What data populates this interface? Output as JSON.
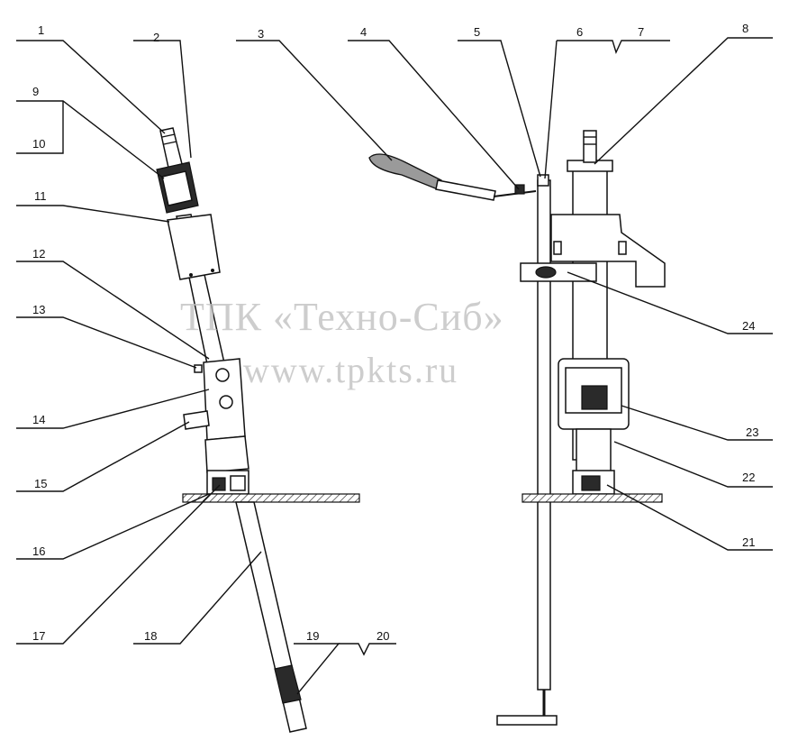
{
  "callouts": [
    "1",
    "2",
    "3",
    "4",
    "5",
    "6",
    "7",
    "8",
    "9",
    "10",
    "11",
    "12",
    "13",
    "14",
    "15",
    "16",
    "17",
    "18",
    "19",
    "20",
    "21",
    "22",
    "23",
    "24"
  ],
  "watermark": {
    "line1": "ТПК «Техно-Сиб»",
    "line2": "www.tpkts.ru"
  }
}
